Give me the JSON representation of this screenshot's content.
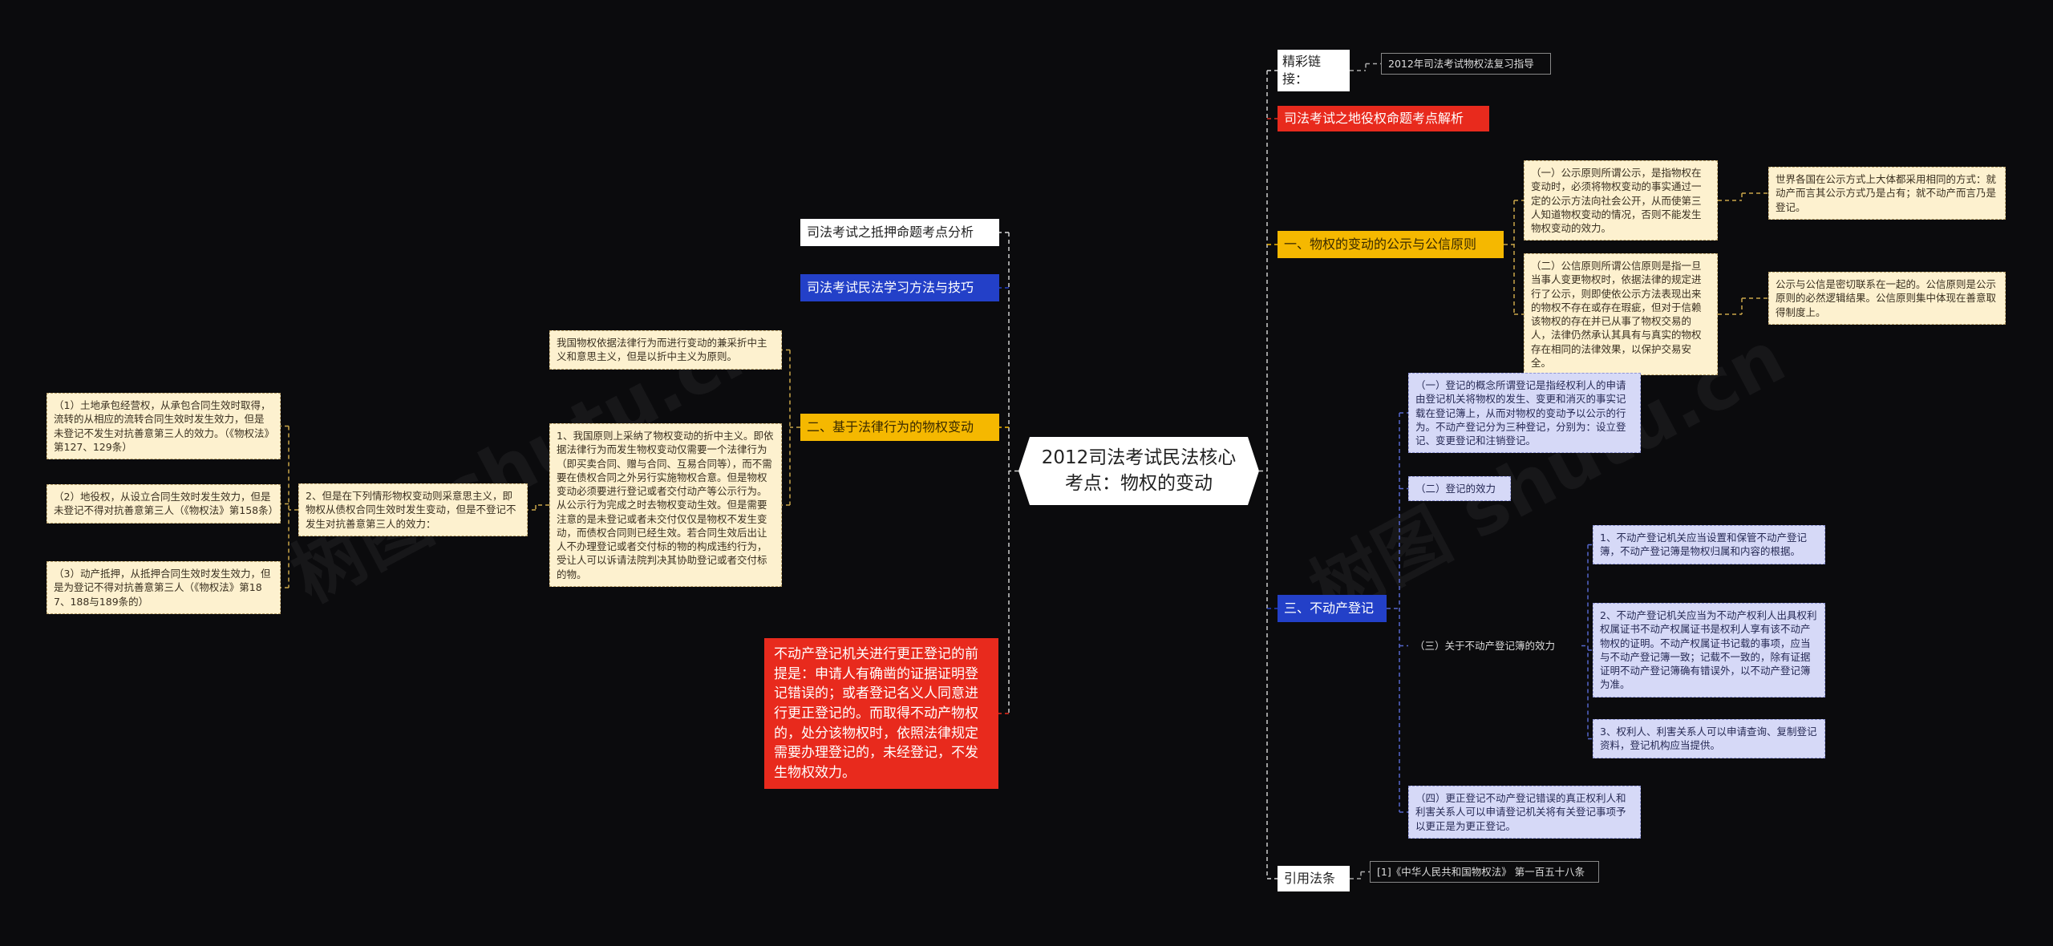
{
  "root": "2012司法考试民法核心考点：物权的变动",
  "right": {
    "links_title": "精彩链接：",
    "links_item": "2012年司法考试物权法复习指导",
    "easement": "司法考试之地役权命题考点解析",
    "publicity": {
      "title": "一、物权的变动的公示与公信原则",
      "p1": "（一）公示原则所谓公示，是指物权在变动时，必须将物权变动的事实通过一定的公示方法向社会公开，从而使第三人知道物权变动的情况，否则不能发生物权变动的效力。",
      "p1_note": "世界各国在公示方式上大体都采用相同的方式：就动产而言其公示方式乃是占有；就不动产而言乃是登记。",
      "p2": "（二）公信原则所谓公信原则是指一旦当事人变更物权时，依据法律的规定进行了公示，则即使依公示方法表现出来的物权不存在或存在瑕疵，但对于信赖该物权的存在并已从事了物权交易的人，法律仍然承认其具有与真实的物权存在相同的法律效果，以保护交易安全。",
      "p2_note": "公示与公信是密切联系在一起的。公信原则是公示原则的必然逻辑结果。公信原则集中体现在善意取得制度上。"
    },
    "registration": {
      "title": "三、不动产登记",
      "c1": "（一）登记的概念所谓登记是指经权利人的申请由登记机关将物权的发生、变更和消灭的事实记载在登记簿上，从而对物权的变动予以公示的行为。不动产登记分为三种登记，分别为：设立登记、变更登记和注销登记。",
      "c2": "（二）登记的效力",
      "c3": "（三）关于不动产登记簿的效力",
      "c3_1": "1、不动产登记机关应当设置和保管不动产登记簿，不动产登记簿是物权归属和内容的根据。",
      "c3_2": "2、不动产登记机关应当为不动产权利人出具权利权属证书不动产权属证书是权利人享有该不动产物权的证明。不动产权属证书记载的事项，应当与不动产登记簿一致；记载不一致的，除有证据证明不动产登记簿确有错误外，以不动产登记簿为准。",
      "c3_3": "3、权利人、利害关系人可以申请查询、复制登记资料，登记机构应当提供。",
      "c4": "（四）更正登记不动产登记错误的真正权利人和利害关系人可以申请登记机关将有关登记事项予以更正是为更正登记。"
    },
    "refs_title": "引用法条",
    "refs_item": "[1]《中华人民共和国物权法》 第一百五十八条"
  },
  "left": {
    "mortgage": "司法考试之抵押命题考点分析",
    "study": "司法考试民法学习方法与技巧",
    "legal_act": {
      "title": "二、基于法律行为的物权变动",
      "a1": "我国物权依据法律行为而进行变动的兼采折中主义和意思主义，但是以折中主义为原则。",
      "a2": "1、我国原则上采纳了物权变动的折中主义。即依据法律行为而发生物权变动仅需要一个法律行为（即买卖合同、赠与合同、互易合同等），而不需要在债权合同之外另行实施物权合意。但是物权变动必须要进行登记或者交付动产等公示行为。从公示行为完成之时去物权变动生效。但是需要注意的是未登记或者未交付仅仅是物权不发生变动，而债权合同则已经生效。若合同生效后出让人不办理登记或者交付标的物的构成违约行为，受让人可以诉请法院判决其协助登记或者交付标的物。",
      "b": "2、但是在下列情形物权变动则采意思主义，即物权从债权合同生效时发生变动，但是不登记不发生对抗善意第三人的效力：",
      "b1": "（1）土地承包经营权，从承包合同生效时取得，流转的从相应的流转合同生效时发生效力，但是未登记不发生对抗善意第三人的效力。（《物权法》第127、129条）",
      "b2": "（2）地役权，从设立合同生效时发生效力，但是未登记不得对抗善意第三人（《物权法》第158条）",
      "b3": "（3）动产抵押，从抵押合同生效时发生效力，但是为登记不得对抗善意第三人（《物权法》第187、188与189条的）"
    },
    "correction": "不动产登记机关进行更正登记的前提是：申请人有确凿的证据证明登记错误的；或者登记名义人同意进行更正登记的。而取得不动产物权的，处分该物权时，依照法律规定需要办理登记的，未经登记，不发生物权效力。"
  },
  "watermarks": [
    "树图 shutu.cn",
    "树图 shutu.cn"
  ],
  "colors": {
    "yellow": "#f5b800",
    "blue": "#2340c8",
    "red": "#e82a1d",
    "cream": "#fdf1cf",
    "lavender": "#d6d9f7"
  }
}
